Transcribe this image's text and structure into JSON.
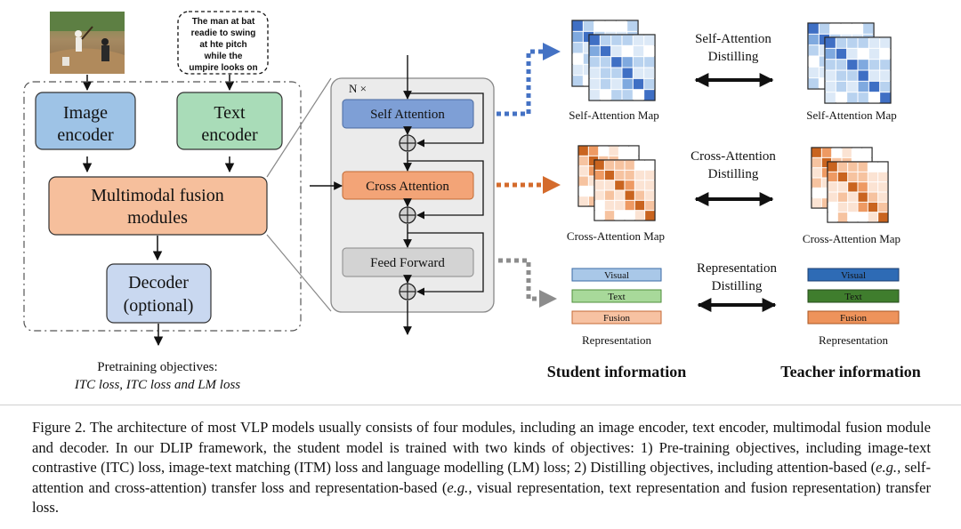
{
  "left": {
    "speech_lines": [
      "The man at bat",
      "readie to swing",
      "at hte pitch",
      "while the",
      "umpire looks on"
    ],
    "image_encoder": [
      "Image",
      "encoder"
    ],
    "text_encoder": [
      "Text",
      "encoder"
    ],
    "fusion": [
      "Multimodal fusion",
      "modules"
    ],
    "decoder": [
      "Decoder",
      "(optional)"
    ],
    "objectives_title": "Pretraining objectives:",
    "objectives_list": "ITC loss, ITC loss and LM loss"
  },
  "middle": {
    "nx": "N ×",
    "self_attention": "Self Attention",
    "cross_attention": "Cross Attention",
    "feed_forward": "Feed Forward"
  },
  "right": {
    "self_map": "Self-Attention Map",
    "cross_map": "Cross-Attention Map",
    "self_distill": [
      "Self-Attention",
      "Distilling"
    ],
    "cross_distill": [
      "Cross-Attention",
      "Distilling"
    ],
    "rep_distill": [
      "Representation",
      "Distilling"
    ],
    "rep_labels": [
      "Visual",
      "Text",
      "Fusion"
    ],
    "representation": "Representation",
    "student": "Student information",
    "teacher": "Teacher information"
  },
  "colors": {
    "image_encoder": "#9ec3e6",
    "text_encoder": "#a9dcb8",
    "fusion": "#f6bf9c",
    "decoder": "#c9d8f0",
    "self_attn": "#7e9fd6",
    "cross_attn": "#f3a477",
    "feed_forward": "#d3d3d3",
    "blue_arrow": "#4472c4",
    "orange_arrow": "#d46b2c",
    "gray_arrow": "#8c8c8c"
  },
  "caption": {
    "p1": "Figure 2.  The architecture of most VLP models usually consists of four modules, including an image encoder, text encoder, multimodal fusion module and decoder. In our DLIP framework, the student model is trained with two kinds of objectives: 1) Pre-training objectives, including image-text contrastive (ITC) loss, image-text matching (ITM) loss and language modelling (LM) loss; 2) Distilling objectives, including attention-based (",
    "eg1": "e.g.,",
    "p2": " self-attention and cross-attention) transfer loss and representation-based (",
    "eg2": "e.g.,",
    "p3": " visual representation, text representation and fusion representation) transfer loss."
  }
}
